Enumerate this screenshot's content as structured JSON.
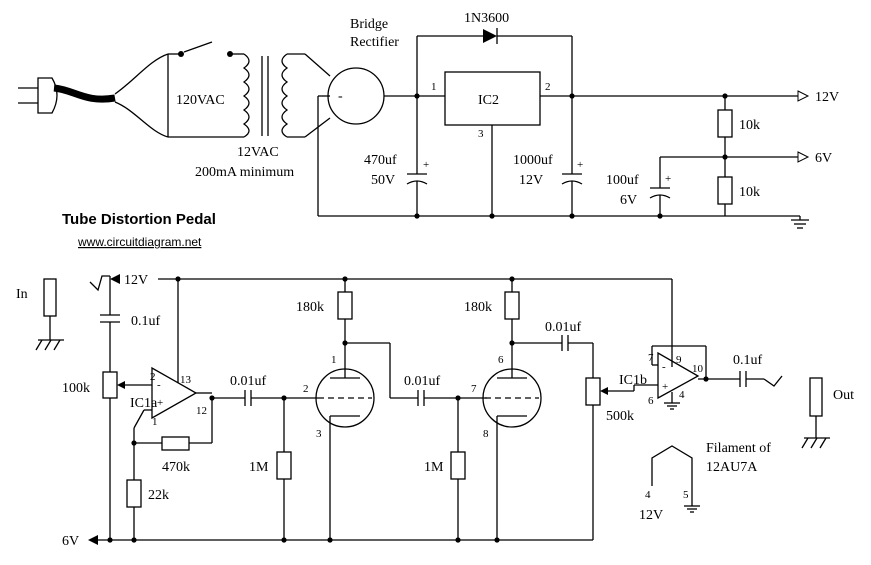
{
  "title": "Tube Distortion Pedal",
  "website": "www.circuitdiagram.net",
  "power_supply": {
    "mains": "120VAC",
    "secondary": "12VAC",
    "secondary_note": "200mA minimum",
    "bridge_line1": "Bridge",
    "bridge_line2": "Rectifier",
    "bridge_minus": "-",
    "diode": "1N3600",
    "regulator": "IC2",
    "reg_pin_in": "1",
    "reg_pin_out": "2",
    "reg_pin_gnd": "3",
    "c_input_value": "470uf",
    "c_input_voltage": "50V",
    "c_output_value": "1000uf",
    "c_output_voltage": "12V",
    "c_mid_value": "100uf",
    "c_mid_voltage": "6V",
    "r_top": "10k",
    "r_bottom": "10k",
    "out_12v": "12V",
    "out_6v": "6V",
    "plus": "+"
  },
  "circuit": {
    "rail_12v": "12V",
    "rail_6v": "6V",
    "input": "In",
    "output": "Out",
    "c_in": "0.1uf",
    "pot_in": "100k",
    "opamp_a": "IC1a",
    "opamp_a_pins": {
      "minus": "2",
      "plus": "1",
      "vcc": "13",
      "out": "12"
    },
    "r_feedback": "470k",
    "r_ground": "22k",
    "c_couple1": "0.01uf",
    "r_plate1": "180k",
    "r_grid1": "1M",
    "tube1_pins": {
      "plate": "1",
      "grid": "2",
      "cathode": "3"
    },
    "c_couple2": "0.01uf",
    "r_plate2": "180k",
    "r_grid2": "1M",
    "tube2_pins": {
      "plate": "6",
      "grid": "7",
      "cathode": "8"
    },
    "c_couple3": "0.01uf",
    "pot_out": "500k",
    "opamp_b": "IC1b",
    "opamp_b_pins": {
      "minus": "7",
      "plus": "6",
      "vcc": "9",
      "out": "10",
      "gnd": "4"
    },
    "c_out": "0.1uf",
    "filament_line1": "Filament of",
    "filament_line2": "12AU7A",
    "filament_pin_a": "4",
    "filament_pin_b": "5",
    "filament_supply": "12V",
    "op_minus": "-",
    "op_plus": "+"
  }
}
